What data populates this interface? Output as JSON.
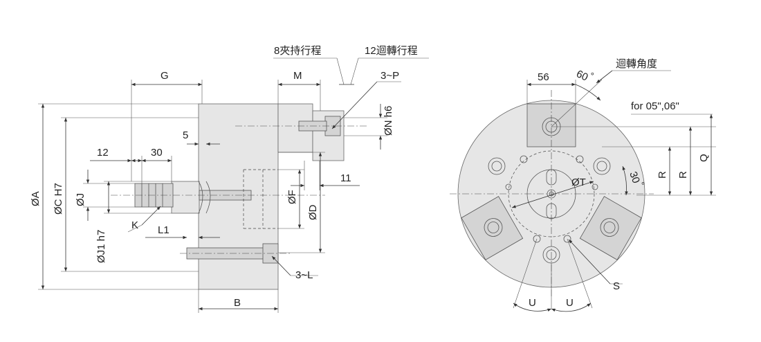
{
  "labels": {
    "clamp_stroke": "8夾持行程",
    "rotate_stroke": "12迴轉行程",
    "rotation_angle": "迴轉角度",
    "for_models": "for 05\",06\"",
    "G": "G",
    "M": "M",
    "three_P": "3~P",
    "N_h6": "ØN h6",
    "five": "5",
    "eleven": "11",
    "twelve": "12",
    "thirty": "30",
    "A": "ØA",
    "C_H7": "ØC H7",
    "J": "ØJ",
    "J1_h7": "ØJ1 h7",
    "K": "K",
    "L1": "L1",
    "F": "ØF",
    "D": "ØD",
    "three_L": "3~L",
    "B": "B",
    "fifty_six": "56",
    "sixty": "60",
    "deg_mark": "°",
    "thirty_deg": "30",
    "T": "ØT",
    "R1": "R",
    "R2": "R",
    "Q": "Q",
    "S": "S",
    "U1": "U",
    "U2": "U"
  },
  "colors": {
    "body_fill": "#e6e6e6",
    "shade_fill": "#d4d4d4",
    "line": "#333333"
  }
}
